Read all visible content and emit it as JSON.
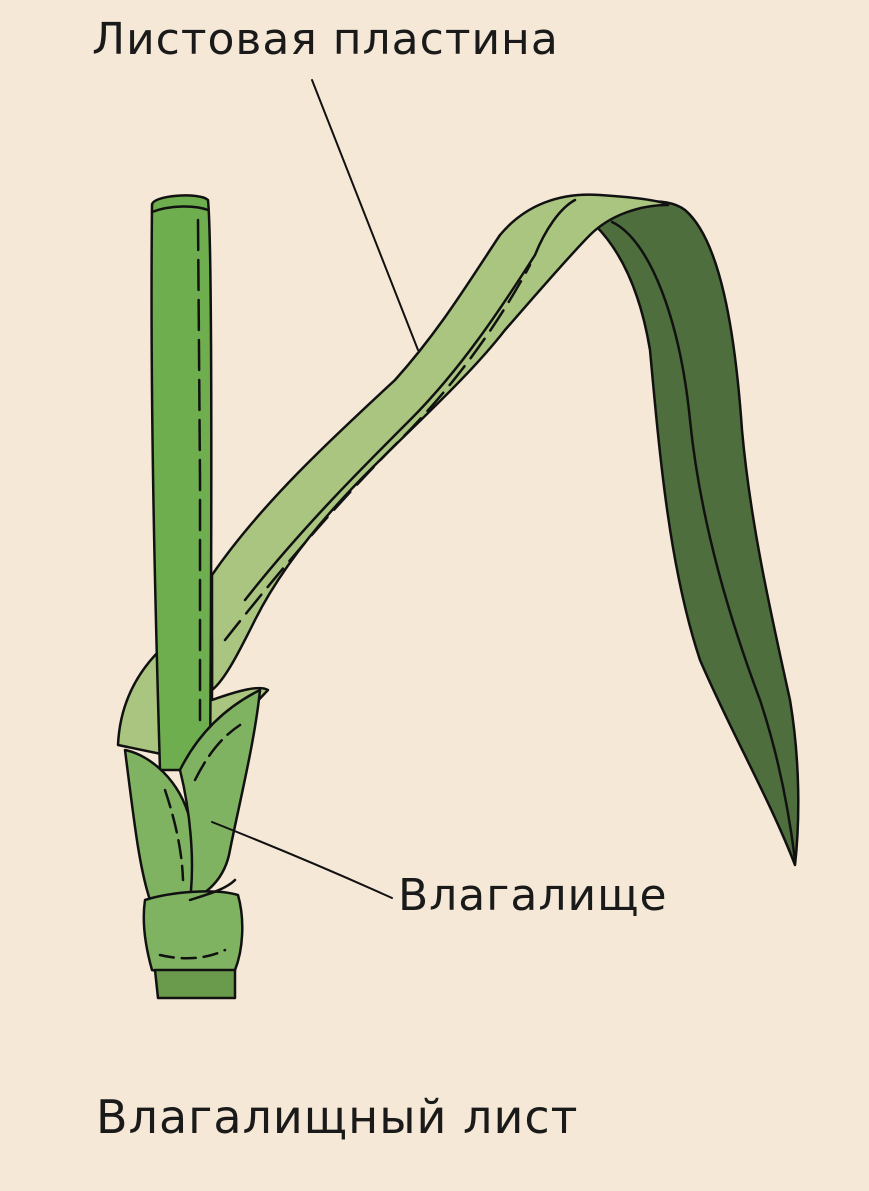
{
  "labels": {
    "leaf_blade": "Листовая пластина",
    "sheath": "Влагалище"
  },
  "caption": "Влагалищный лист",
  "colors": {
    "background": "#f5e8d6",
    "stem": "#6fae4f",
    "blade_light": "#a9c57f",
    "blade_dark": "#4f6e3d",
    "sheath": "#7fb361",
    "sheath_base": "#6a9a4c",
    "outline": "#111111"
  }
}
